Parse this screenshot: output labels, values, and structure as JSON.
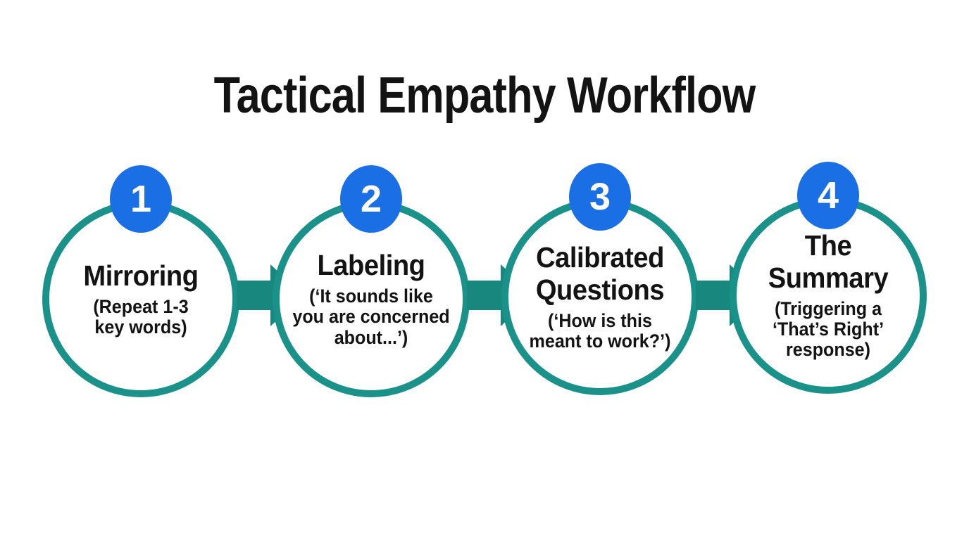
{
  "title": "Tactical Empathy Workflow",
  "colors": {
    "background": "#ffffff",
    "circle_border": "#1b9289",
    "arrow": "#18877e",
    "badge": "#1a6fe4",
    "badge_text": "#ffffff",
    "heading_text": "#131313"
  },
  "steps": [
    {
      "number": "1",
      "heading": [
        "Mirroring"
      ],
      "subtext": [
        "(Repeat 1-3",
        "key words)"
      ]
    },
    {
      "number": "2",
      "heading": [
        "Labeling"
      ],
      "subtext": [
        "(‘It sounds like",
        "you are concerned",
        "about...’)"
      ]
    },
    {
      "number": "3",
      "heading": [
        "Calibrated",
        "Questions"
      ],
      "subtext": [
        "(‘How is this",
        "meant to work?’)"
      ]
    },
    {
      "number": "4",
      "heading": [
        "The",
        "Summary"
      ],
      "subtext": [
        "(Triggering a",
        "‘That’s Right’",
        "response)"
      ]
    }
  ]
}
